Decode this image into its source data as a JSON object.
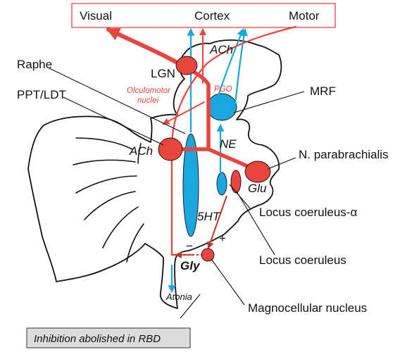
{
  "header": {
    "visual": "Visual",
    "cortex": "Cortex",
    "motor": "Motor"
  },
  "labels": {
    "raphe": "Raphe",
    "lgn": "LGN",
    "ppt_ldt": "PPT/LDT",
    "oculomotor_line1": "Olculomotor",
    "oculomotor_line2": "nuclei",
    "pgo": "PGO",
    "mrf": "MRF",
    "ach_top": "ACh",
    "ach_left": "ACh",
    "ne": "NE",
    "n_parabrachialis": "N. parabrachialis",
    "glu": "Glu",
    "locus_coeruleus_alpha": "Locus coeruleus-α",
    "five_ht": "5HT",
    "minus": "−",
    "plus": "+",
    "locus_coeruleus": "Locus coeruleus",
    "gly": "Gly",
    "atonia": "Atonia",
    "magnocellular": "Magnocellular nucleus",
    "inhibition_box": "Inhibition abolished in RBD"
  },
  "colors": {
    "red": "#e8453c",
    "blue": "#1aa7e0",
    "dark_red": "#c0392b",
    "atonia": "#4a5aa8",
    "box_fill": "#dcdcdc"
  }
}
